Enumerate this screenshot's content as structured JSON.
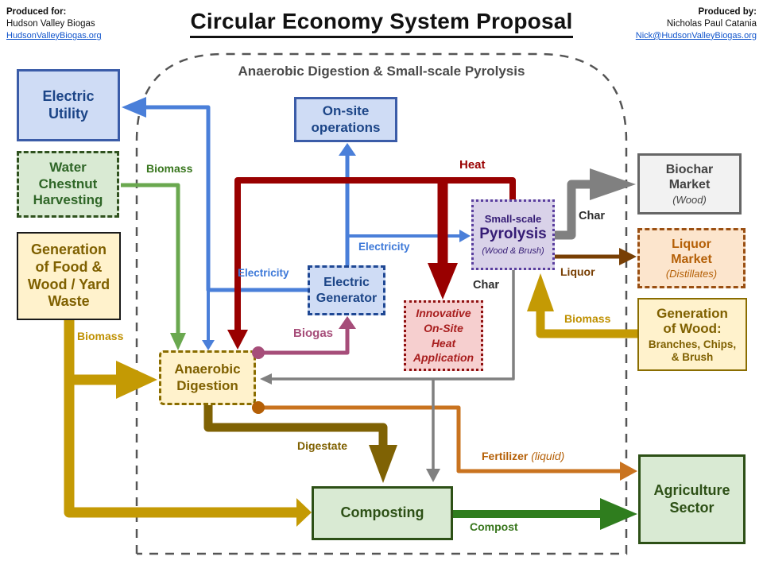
{
  "header": {
    "produced_for": {
      "heading": "Produced for:",
      "name": "Hudson Valley Biogas",
      "link": "HudsonValleyBiogas.org"
    },
    "title": "Circular Economy System Proposal",
    "produced_by": {
      "heading": "Produced by:",
      "name": "Nicholas Paul Catania",
      "link": "Nick@HudsonValleyBiogas.org"
    }
  },
  "system_boundary": {
    "label": "Anaerobic Digestion & Small-scale Pyrolysis"
  },
  "nodes": {
    "electric_utility": {
      "label": "Electric\nUtility"
    },
    "water_chestnut": {
      "label": "Water\nChestnut\nHarvesting"
    },
    "generation_food": {
      "label": "Generation\nof Food &\nWood / Yard\nWaste"
    },
    "onsite_operations": {
      "label": "On-site\noperations"
    },
    "electric_generator": {
      "label": "Electric\nGenerator"
    },
    "pyrolysis": {
      "line1": "Small-scale",
      "line2": "Pyrolysis",
      "subtitle": "(Wood & Brush)"
    },
    "innovative_heat": {
      "label": "Innovative\nOn-Site\nHeat\nApplication"
    },
    "anaerobic_digestion": {
      "label": "Anaerobic\nDigestion"
    },
    "biochar_market": {
      "label": "Biochar\nMarket",
      "subtitle": "(Wood)"
    },
    "liquor_market": {
      "label": "Liquor\nMarket",
      "subtitle": "(Distillates)"
    },
    "generation_wood": {
      "title": "Generation\nof Wood:",
      "subtitle": "Branches, Chips,\n& Brush"
    },
    "composting": {
      "label": "Composting"
    },
    "agriculture": {
      "label": "Agriculture\nSector"
    }
  },
  "flows": {
    "biomass_chestnut": "Biomass",
    "biomass_food": "Biomass",
    "biomass_wood": "Biomass",
    "heat": "Heat",
    "electricity_left": "Electricity",
    "electricity_right": "Electricity",
    "biogas": "Biogas",
    "char_top": "Char",
    "char_bottom": "Char",
    "liquor": "Liquor",
    "digestate": "Digestate",
    "fertilizer": "Fertilizer",
    "fertilizer_qualifier": "(liquid)",
    "compost": "Compost"
  },
  "colors": {
    "electricity_blue": "#4a7fd9",
    "heat_red": "#990000",
    "biomass_gold": "#c49a04",
    "digestate_olive": "#7f6204",
    "biogas_magenta": "#a64d79",
    "fertilizer_orange": "#c9731f",
    "char_gray": "#808080",
    "liquor_brown": "#783f04",
    "compost_green": "#2f7d1e",
    "waste_green": "#6aa84f",
    "link_blue": "#1155cc"
  }
}
